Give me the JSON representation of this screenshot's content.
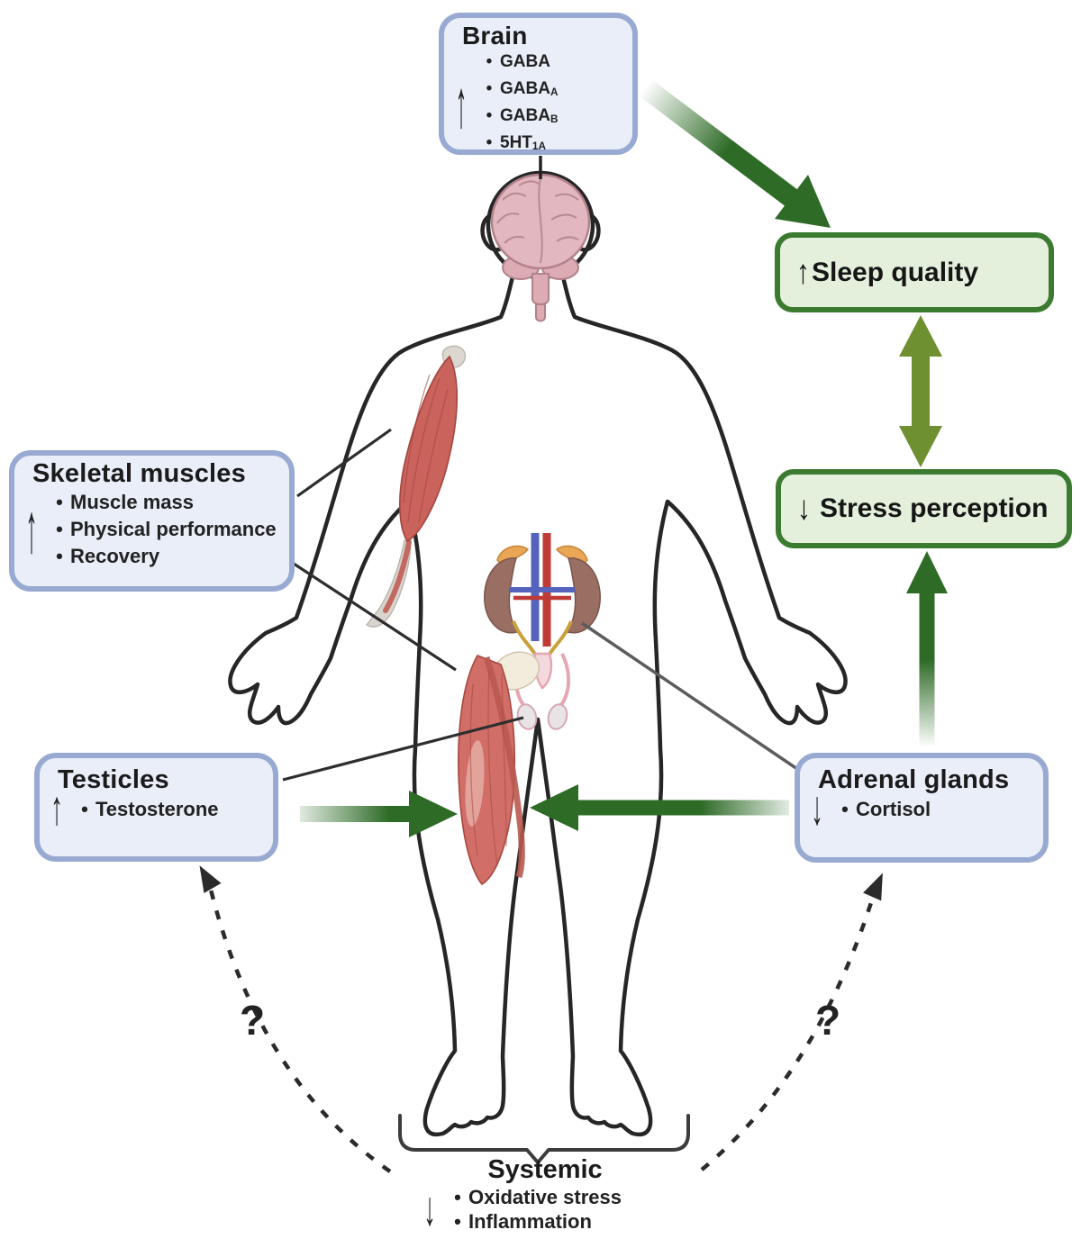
{
  "boxes": {
    "brain": {
      "title": "Brain",
      "trend": "↑",
      "items": [
        {
          "text": "GABA",
          "sub": ""
        },
        {
          "text": "GABA",
          "sub": "A"
        },
        {
          "text": "GABA",
          "sub": "B"
        },
        {
          "text": "5HT",
          "sub": "1A"
        }
      ]
    },
    "skeletal": {
      "title": "Skeletal muscles",
      "trend": "↑",
      "items": [
        "Muscle mass",
        "Physical performance",
        "Recovery"
      ]
    },
    "testicles": {
      "title": "Testicles",
      "trend": "↑",
      "items": [
        "Testosterone"
      ]
    },
    "adrenal": {
      "title": "Adrenal glands",
      "trend": "↓",
      "items": [
        "Cortisol"
      ]
    },
    "sleep": {
      "trend": "↑",
      "label": "Sleep quality"
    },
    "stress": {
      "trend": "↓",
      "label": "Stress perception"
    }
  },
  "systemic": {
    "title": "Systemic",
    "trend": "↓",
    "items": [
      "Oxidative stress",
      "Inflammation"
    ]
  },
  "questions": {
    "left": "?",
    "right": "?"
  },
  "colors": {
    "blue_box_fill": "#e9eef8",
    "blue_box_border": "#98aad2",
    "green_box_fill": "#e5f0dc",
    "green_box_border": "#3b7b2f",
    "arrow_dark_green": "#2e6b27",
    "arrow_olive": "#6e9031",
    "text": "#1b1b1b"
  }
}
